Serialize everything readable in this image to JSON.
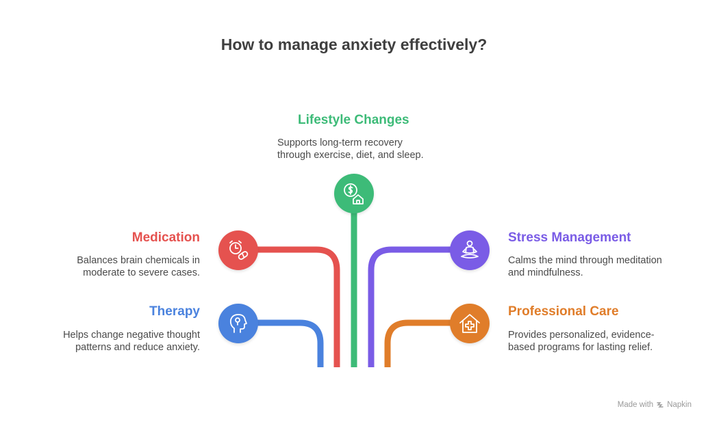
{
  "title": "How to manage anxiety effectively?",
  "colors": {
    "lifestyle": "#3dbb78",
    "medication": "#e5524f",
    "stress": "#7a5ce6",
    "therapy": "#4a82de",
    "professional": "#e07d2a"
  },
  "items": {
    "lifestyle": {
      "heading": "Lifestyle Changes",
      "desc1": "Supports long-term recovery",
      "desc2": "through exercise, diet, and sleep.",
      "icon": "money-house-icon"
    },
    "medication": {
      "heading": "Medication",
      "desc1": "Balances brain chemicals in",
      "desc2": "moderate to severe cases.",
      "icon": "clock-pill-icon"
    },
    "stress": {
      "heading": "Stress Management",
      "desc1": "Calms the mind through meditation",
      "desc2": "and mindfulness.",
      "icon": "meditation-icon"
    },
    "therapy": {
      "heading": "Therapy",
      "desc1": "Helps change negative thought",
      "desc2": "patterns and reduce anxiety.",
      "icon": "head-profile-icon"
    },
    "professional": {
      "heading": "Professional Care",
      "desc1": "Provides personalized, evidence-",
      "desc2": "based programs for lasting relief.",
      "icon": "medical-house-icon"
    }
  },
  "footer": {
    "made_with": "Made with",
    "brand": "Napkin"
  }
}
